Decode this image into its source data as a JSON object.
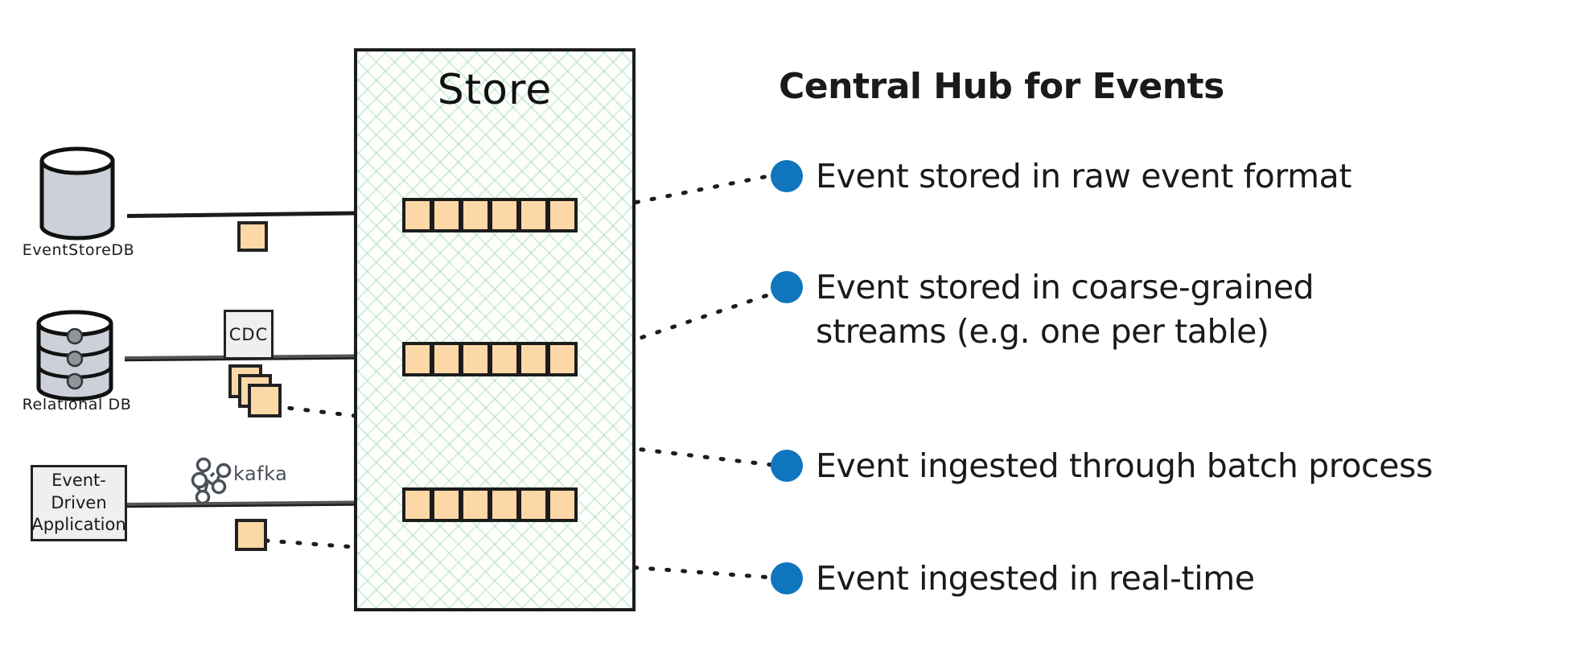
{
  "diagram": {
    "title": "Central Hub for Events",
    "store": {
      "label": "Store",
      "streams": [
        {
          "name": "raw-event-stream",
          "cells": 6
        },
        {
          "name": "coarse-grained-stream",
          "cells": 6
        },
        {
          "name": "real-time-stream",
          "cells": 6
        }
      ]
    },
    "sources": [
      {
        "id": "eventstoredb",
        "label": "EventStoreDB",
        "shape": "cylinder-plain"
      },
      {
        "id": "relational-db",
        "label": "Relational DB",
        "shape": "cylinder-stacked"
      },
      {
        "id": "event-driven-application",
        "label": "Event-\nDriven\nApplication",
        "lines": [
          "Event-",
          "Driven",
          "Application"
        ],
        "shape": "rectangle"
      }
    ],
    "middleware": [
      {
        "id": "cdc",
        "label": "CDC"
      },
      {
        "id": "kafka",
        "label": "kafka"
      }
    ],
    "bullets": [
      {
        "id": "raw-event-format",
        "text": "Event stored in raw event format"
      },
      {
        "id": "coarse-grained-streams",
        "text": "Event stored in coarse-grained streams (e.g. one per table)"
      },
      {
        "id": "batch-process",
        "text": "Event ingested through batch process"
      },
      {
        "id": "real-time",
        "text": "Event ingested in real-time"
      }
    ]
  },
  "colors": {
    "bullet_blue": "#0f76bd",
    "event_orange": "#fbd8a6",
    "outline": "#1c1c1c",
    "cylinder_grey": "#ccd1d9",
    "box_grey": "#efefef",
    "grid_green": "#78c88c"
  }
}
